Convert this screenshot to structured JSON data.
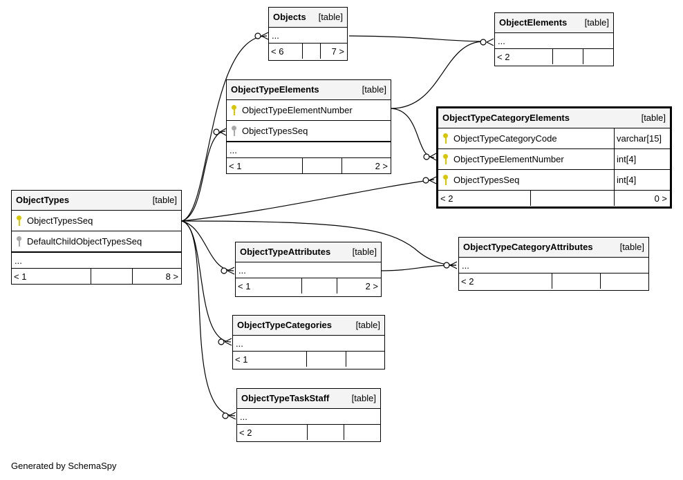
{
  "tables": {
    "objects": {
      "name": "Objects",
      "kind": "[table]",
      "ellipsis": "...",
      "footer_left": "< 6",
      "footer_right": "7 >"
    },
    "object_elements": {
      "name": "ObjectElements",
      "kind": "[table]",
      "ellipsis": "...",
      "footer_left": "< 2",
      "footer_right": ""
    },
    "object_type_elements": {
      "name": "ObjectTypeElements",
      "kind": "[table]",
      "columns": [
        {
          "name": "ObjectTypeElementNumber",
          "key": "primary"
        },
        {
          "name": "ObjectTypesSeq",
          "key": "foreign"
        }
      ],
      "ellipsis": "...",
      "footer_left": "< 1",
      "footer_right": "2 >"
    },
    "object_type_category_elements": {
      "name": "ObjectTypeCategoryElements",
      "kind": "[table]",
      "columns": [
        {
          "name": "ObjectTypeCategoryCode",
          "type": "varchar[15]",
          "key": "primary"
        },
        {
          "name": "ObjectTypeElementNumber",
          "type": "int[4]",
          "key": "primary"
        },
        {
          "name": "ObjectTypesSeq",
          "type": "int[4]",
          "key": "primary"
        }
      ],
      "footer_left": "< 2",
      "footer_right": "0 >"
    },
    "object_types": {
      "name": "ObjectTypes",
      "kind": "[table]",
      "columns": [
        {
          "name": "ObjectTypesSeq",
          "key": "primary"
        },
        {
          "name": "DefaultChildObjectTypesSeq",
          "key": "foreign"
        }
      ],
      "ellipsis": "...",
      "footer_left": "< 1",
      "footer_right": "8 >"
    },
    "object_type_attributes": {
      "name": "ObjectTypeAttributes",
      "kind": "[table]",
      "ellipsis": "...",
      "footer_left": "< 1",
      "footer_right": "2 >"
    },
    "object_type_category_attributes": {
      "name": "ObjectTypeCategoryAttributes",
      "kind": "[table]",
      "ellipsis": "...",
      "footer_left": "< 2",
      "footer_right": ""
    },
    "object_type_categories": {
      "name": "ObjectTypeCategories",
      "kind": "[table]",
      "ellipsis": "...",
      "footer_left": "< 1",
      "footer_right": ""
    },
    "object_type_task_staff": {
      "name": "ObjectTypeTaskStaff",
      "kind": "[table]",
      "ellipsis": "...",
      "footer_left": "< 2",
      "footer_right": ""
    }
  },
  "credit": "Generated by SchemaSpy",
  "colors": {
    "primary_key": "#d8c600",
    "foreign_key": "#a8a8a8",
    "header_bg": "#f4f4f4",
    "line": "#000000"
  }
}
